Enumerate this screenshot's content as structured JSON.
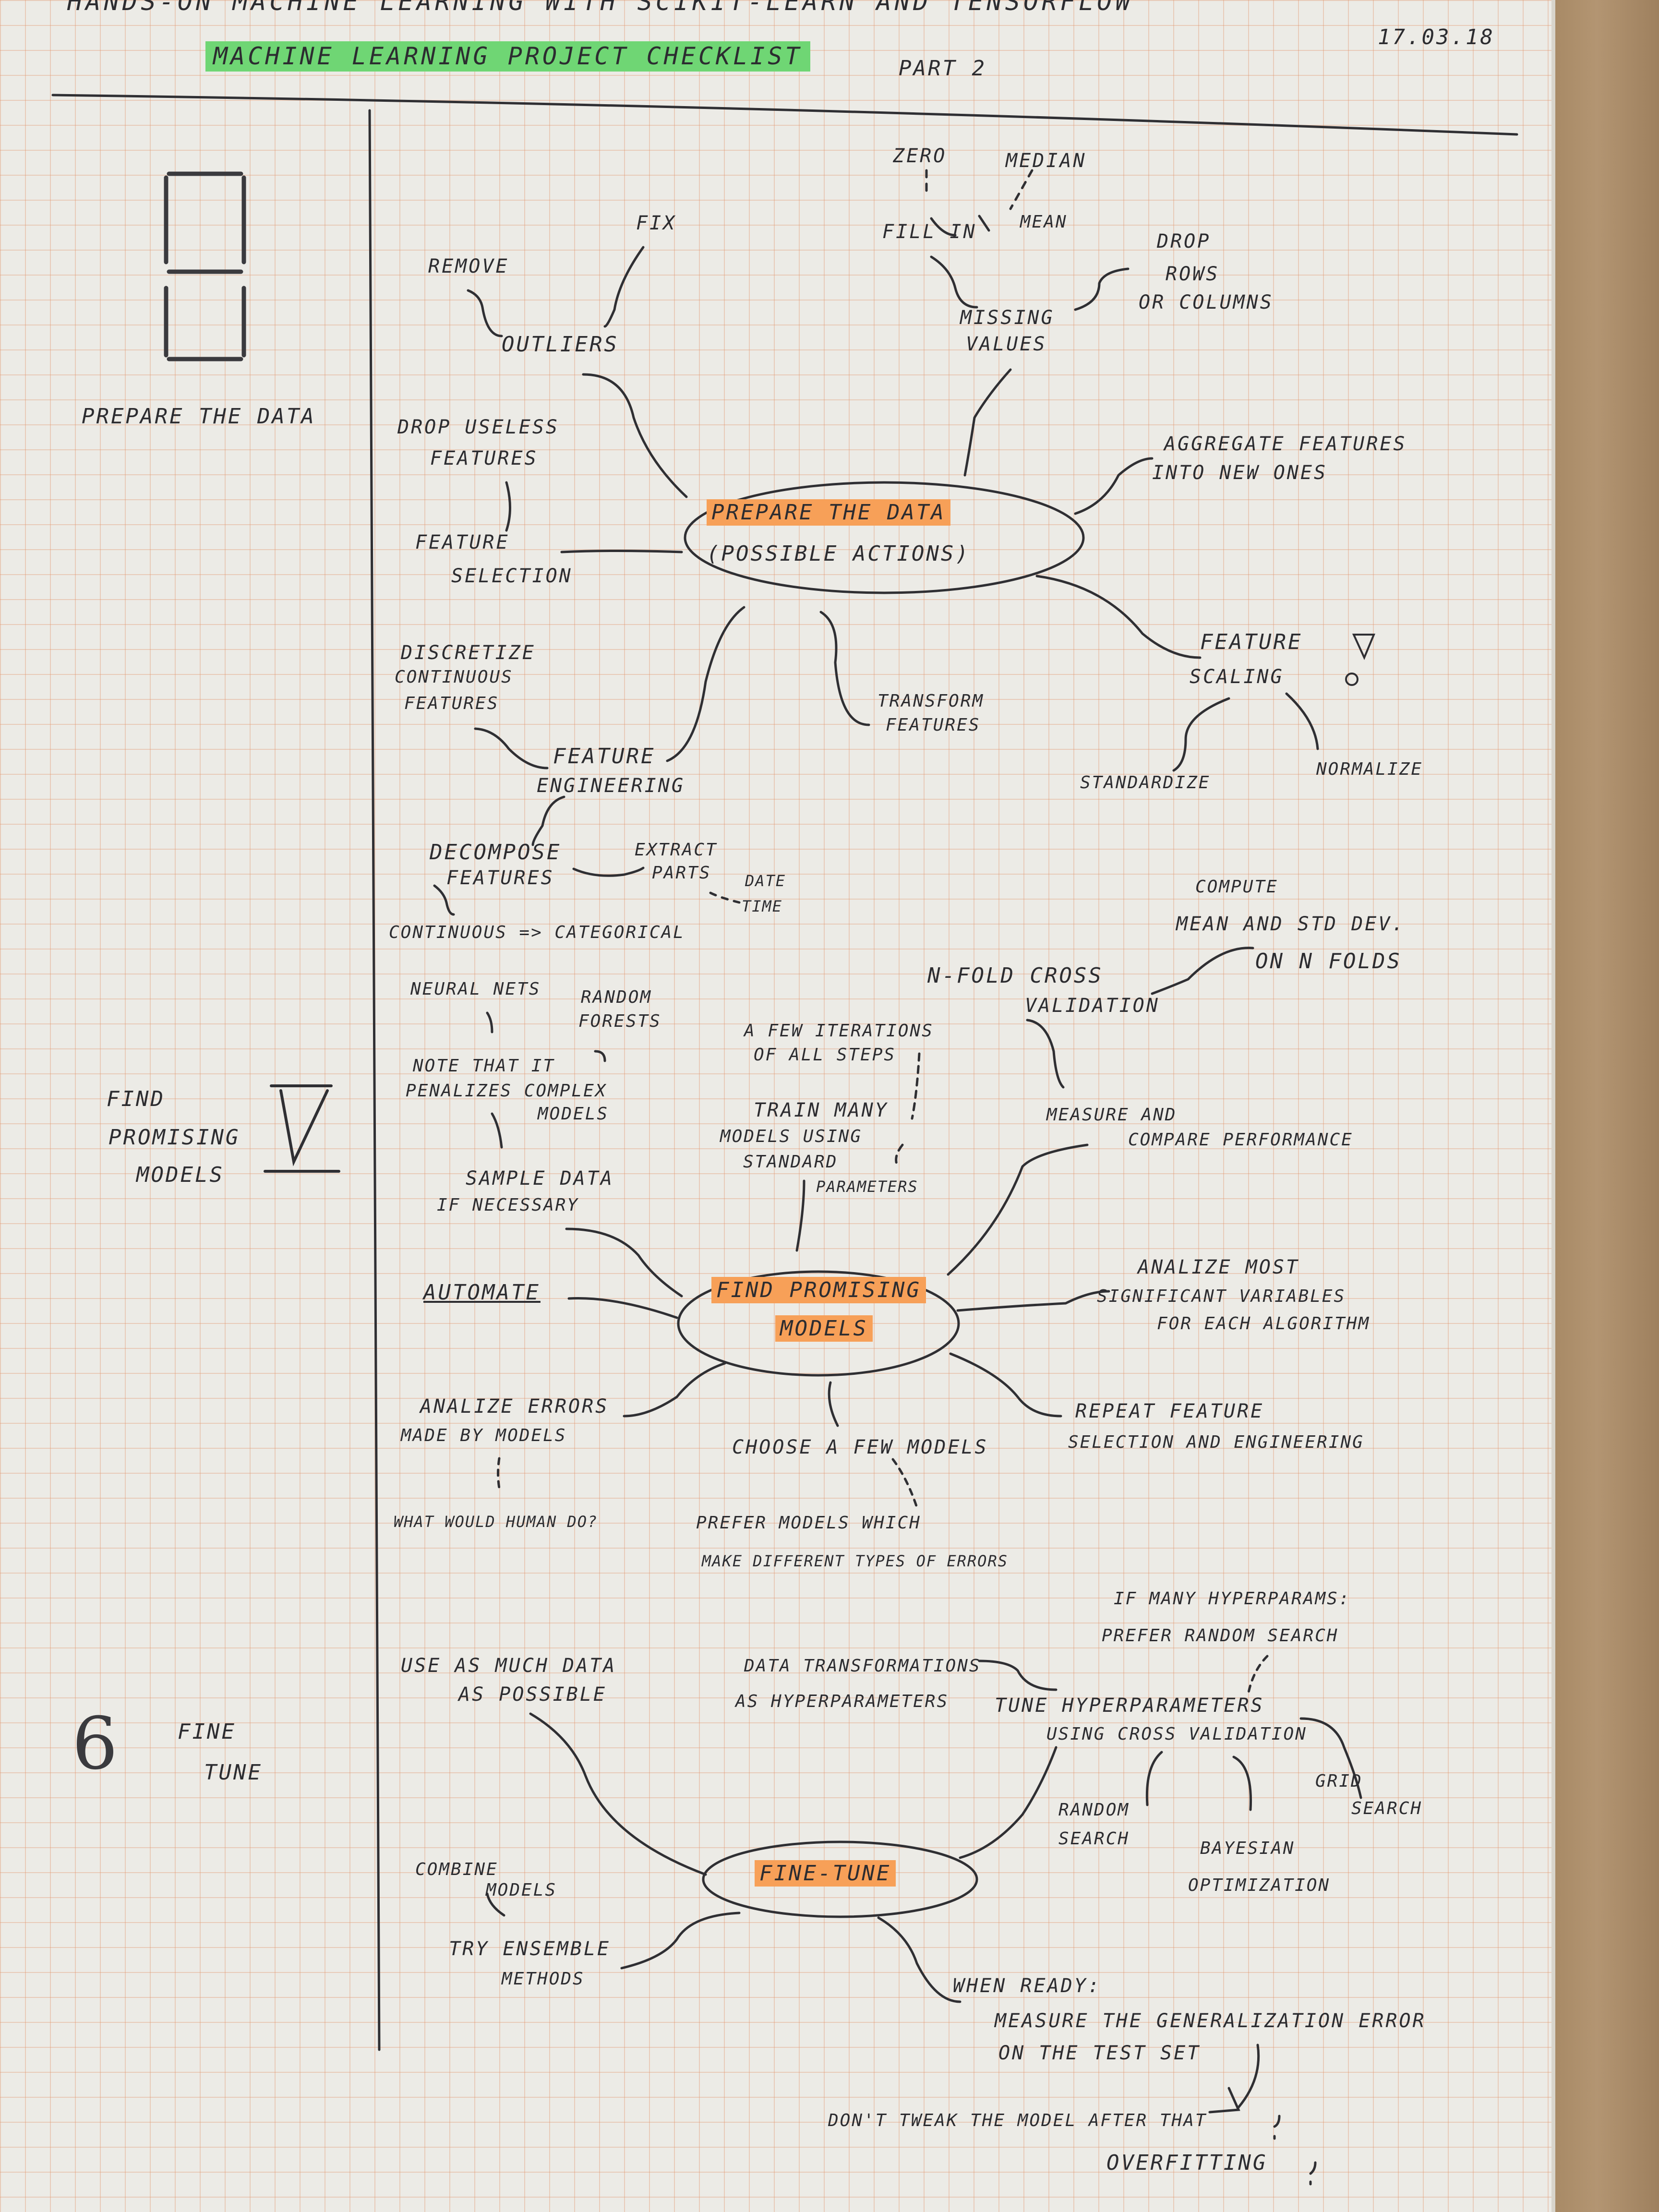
{
  "header": {
    "book_title": "HANDS-ON MACHINE LEARNING WITH SCIKIT-LEARN AND TENSORFLOW",
    "date": "17.03.18",
    "checklist": "MACHINE LEARNING PROJECT CHECKLIST",
    "part": "PART 2"
  },
  "sections": {
    "prepare": "PREPARE THE DATA",
    "find": [
      "FIND",
      "PROMISING",
      "MODELS"
    ],
    "fine_number": "6",
    "fine": [
      "FINE",
      "TUNE"
    ]
  },
  "prepare_map": {
    "center": [
      "PREPARE THE DATA",
      "(POSSIBLE ACTIONS)"
    ],
    "zero": "ZERO",
    "median": "MEDIAN",
    "fill_in": "FILL IN",
    "mean": "MEAN",
    "fix": "FIX",
    "remove": "REMOVE",
    "outliers": "OUTLIERS",
    "drop_rows": [
      "DROP",
      "ROWS",
      "OR COLUMNS"
    ],
    "missing": [
      "MISSING",
      "VALUES"
    ],
    "drop_useless": [
      "DROP USELESS",
      "FEATURES"
    ],
    "feature_selection": [
      "FEATURE",
      "SELECTION"
    ],
    "aggregate": [
      "AGGREGATE FEATURES",
      "INTO NEW ONES"
    ],
    "feature_scaling": [
      "FEATURE",
      "SCALING"
    ],
    "standardize": "STANDARDIZE",
    "normalize": "NORMALIZE",
    "discretize": [
      "DISCRETIZE",
      "CONTINUOUS",
      "FEATURES"
    ],
    "transform": [
      "TRANSFORM",
      "FEATURES"
    ],
    "engineering": [
      "FEATURE",
      "ENGINEERING"
    ],
    "decompose": [
      "DECOMPOSE",
      "FEATURES"
    ],
    "extract": [
      "EXTRACT",
      "PARTS"
    ],
    "date_time": [
      "DATE",
      "TIME"
    ],
    "continuous_categorical": "CONTINUOUS => CATEGORICAL"
  },
  "find_map": {
    "center": [
      "FIND PROMISING",
      "MODELS"
    ],
    "compute": [
      "COMPUTE",
      "MEAN  AND STD DEV.",
      "ON N FOLDS"
    ],
    "nfold": [
      "N-FOLD CROSS",
      "VALIDATION"
    ],
    "neural_nets": "NEURAL NETS",
    "random_forests": [
      "RANDOM",
      "FORESTS"
    ],
    "few_iterations": [
      "A FEW ITERATIONS",
      "OF ALL STEPS"
    ],
    "note": [
      "NOTE THAT IT",
      "PENALIZES COMPLEX",
      "MODELS"
    ],
    "train_many": [
      "TRAIN MANY",
      "MODELS USING",
      "STANDARD",
      "PARAMETERS"
    ],
    "measure": [
      "MEASURE AND",
      "COMPARE PERFORMANCE"
    ],
    "sample": [
      "SAMPLE DATA",
      "IF NECESSARY"
    ],
    "automate": "AUTOMATE",
    "analyze_vars": [
      "ANALIZE MOST",
      "SIGNIFICANT VARIABLES",
      "FOR EACH ALGORITHM"
    ],
    "analyze_errors": [
      "ANALIZE ERRORS",
      "MADE BY MODELS"
    ],
    "human": "WHAT WOULD HUMAN DO?",
    "choose": "CHOOSE A FEW MODELS",
    "repeat": [
      "REPEAT FEATURE",
      "SELECTION AND ENGINEERING"
    ],
    "prefer": [
      "PREFER MODELS WHICH",
      "MAKE DIFFERENT TYPES OF ERRORS"
    ]
  },
  "tune_map": {
    "center": "FINE-TUNE",
    "many_hyper": [
      "IF MANY HYPERPARAMS:",
      "PREFER RANDOM SEARCH"
    ],
    "use_data": [
      "USE AS MUCH DATA",
      "AS POSSIBLE"
    ],
    "data_transform": [
      "DATA TRANSFORMATIONS",
      "AS HYPERPARAMETERS"
    ],
    "tune_hyper": [
      "TUNE HYPERPARAMETERS",
      "USING CROSS VALIDATION"
    ],
    "grid": [
      "GRID",
      "SEARCH"
    ],
    "random": [
      "RANDOM",
      "SEARCH"
    ],
    "bayesian": [
      "BAYESIAN",
      "OPTIMIZATION"
    ],
    "combine": [
      "COMBINE",
      "MODELS"
    ],
    "ensemble": [
      "TRY ENSEMBLE",
      "METHODS"
    ],
    "when_ready": [
      "WHEN READY:",
      "MEASURE THE GENERALIZATION ERROR",
      "ON THE TEST SET"
    ],
    "dont_tweak": "DON'T TWEAK THE MODEL  AFTER THAT",
    "overfitting": "OVERFITTING"
  }
}
